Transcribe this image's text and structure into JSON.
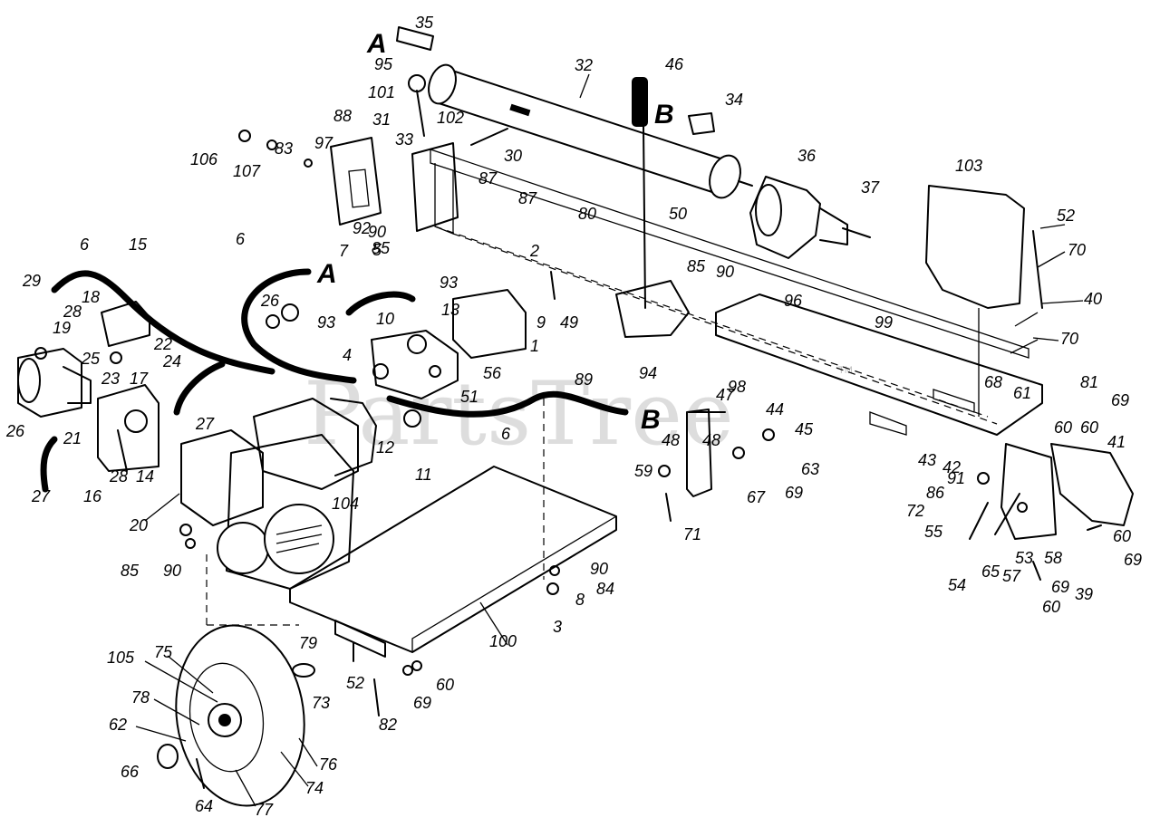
{
  "watermark": "PartsTree",
  "trademark": "TM",
  "markers": [
    {
      "id": "A",
      "text": "A"
    },
    {
      "id": "A2",
      "text": "A"
    },
    {
      "id": "B",
      "text": "B"
    },
    {
      "id": "B2",
      "text": "B"
    }
  ],
  "callouts": [
    "35",
    "95",
    "101",
    "31",
    "33",
    "102",
    "88",
    "97",
    "106",
    "107",
    "83",
    "92",
    "90",
    "85",
    "87",
    "30",
    "32",
    "46",
    "34",
    "36",
    "37",
    "103",
    "52",
    "70",
    "40",
    "80",
    "2",
    "85b",
    "90b",
    "50",
    "6",
    "15",
    "29",
    "18",
    "28",
    "19",
    "25",
    "22",
    "24",
    "23",
    "17",
    "26",
    "21",
    "27",
    "16",
    "28b",
    "14",
    "20",
    "7",
    "5",
    "26b",
    "93",
    "4",
    "12",
    "11",
    "10",
    "13",
    "9",
    "49",
    "1",
    "56",
    "51",
    "6b",
    "6c",
    "93b",
    "87b",
    "96",
    "99",
    "70b",
    "89",
    "94",
    "98",
    "47",
    "48",
    "48b",
    "44",
    "45",
    "59",
    "63",
    "69",
    "67",
    "71",
    "68",
    "61",
    "81",
    "69b",
    "60",
    "60b",
    "41",
    "43",
    "42",
    "91",
    "86",
    "72",
    "55",
    "54",
    "65",
    "57",
    "53",
    "58",
    "39",
    "69c",
    "60c",
    "60d",
    "69d",
    "104",
    "85c",
    "90c",
    "100",
    "90d",
    "84",
    "8",
    "3",
    "79",
    "52b",
    "73",
    "60e",
    "69e",
    "82",
    "105",
    "75",
    "78",
    "62",
    "66",
    "64",
    "77",
    "74",
    "76",
    "27b"
  ],
  "labels": {
    "35": "35",
    "95": "95",
    "101": "101",
    "31": "31",
    "33": "33",
    "102": "102",
    "88": "88",
    "97": "97",
    "106": "106",
    "107": "107",
    "83": "83",
    "92": "92",
    "90": "90",
    "85": "85",
    "87": "87",
    "30": "30",
    "32": "32",
    "46": "46",
    "34": "34",
    "36": "36",
    "37": "37",
    "103": "103",
    "52": "52",
    "70": "70",
    "40": "40",
    "80": "80",
    "2": "2",
    "85b": "85",
    "90b": "90",
    "50": "50",
    "6": "6",
    "15": "15",
    "29": "29",
    "18": "18",
    "28": "28",
    "19": "19",
    "25": "25",
    "22": "22",
    "24": "24",
    "23": "23",
    "17": "17",
    "26": "26",
    "21": "21",
    "27": "27",
    "16": "16",
    "28b": "28",
    "14": "14",
    "20": "20",
    "7": "7",
    "5": "5",
    "26b": "26",
    "93": "93",
    "4": "4",
    "12": "12",
    "11": "11",
    "10": "10",
    "13": "13",
    "9": "9",
    "49": "49",
    "1": "1",
    "56": "56",
    "51": "51",
    "6b": "6",
    "6c": "6",
    "93b": "93",
    "87b": "87",
    "96": "96",
    "99": "99",
    "70b": "70",
    "89": "89",
    "94": "94",
    "98": "98",
    "47": "47",
    "48": "48",
    "48b": "48",
    "44": "44",
    "45": "45",
    "59": "59",
    "63": "63",
    "69": "69",
    "67": "67",
    "71": "71",
    "68": "68",
    "61": "61",
    "81": "81",
    "69b": "69",
    "60": "60",
    "60b": "60",
    "41": "41",
    "43": "43",
    "42": "42",
    "91": "91",
    "86": "86",
    "72": "72",
    "55": "55",
    "54": "54",
    "65": "65",
    "57": "57",
    "53": "53",
    "58": "58",
    "39": "39",
    "69c": "69",
    "60c": "60",
    "60d": "60",
    "69d": "69",
    "104": "104",
    "85c": "85",
    "90c": "90",
    "100": "100",
    "90d": "90",
    "84": "84",
    "8": "8",
    "3": "3",
    "79": "79",
    "52b": "52",
    "73": "73",
    "60e": "60",
    "69e": "69",
    "82": "82",
    "105": "105",
    "75": "75",
    "78": "78",
    "62": "62",
    "66": "66",
    "64": "64",
    "77": "77",
    "74": "74",
    "76": "76",
    "27b": "27"
  }
}
